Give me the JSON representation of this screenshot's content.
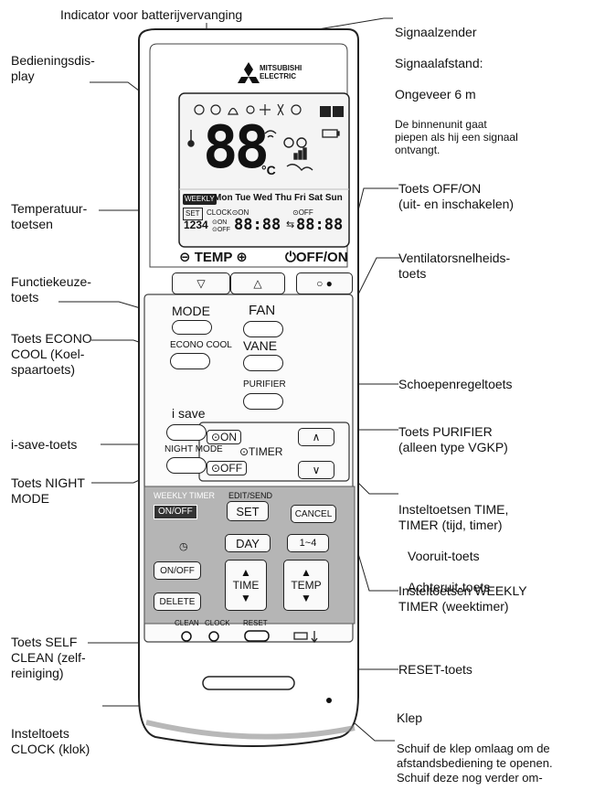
{
  "labels": {
    "battery": "Indicator voor batterijvervanging",
    "transmitter_title": "Signaalzender",
    "transmitter_distance": "Signaalafstand:",
    "transmitter_value": "Ongeveer 6 m",
    "transmitter_note": "De binnenunit gaat\npiepen als hij een signaal\nontvangt.",
    "display": "Bedieningsdis-\nplay",
    "temperature": "Temperatuur-\ntoetsen",
    "offon": "Toets OFF/ON\n(uit- en inschakelen)",
    "fanspeed": "Ventilatorsnelheids-\ntoets",
    "function": "Functiekeuze-\ntoets",
    "econo": "Toets ECONO\nCOOL (Koel-\nspaartoets)",
    "vane": "Schoepenregeltoets",
    "isave": "i-save-toets",
    "purifier": "Toets PURIFIER\n(alleen type VGKP)",
    "night": "Toets NIGHT\nMODE",
    "timekeys": "Insteltoetsen TIME,\nTIMER (tijd, timer)",
    "forward": "Vooruit-toets",
    "backward": "Achteruit-toets",
    "weekly": "Insteltoetsen WEEKLY\nTIMER (weektimer)",
    "selfclean": "Toets SELF\nCLEAN (zelf-\nreiniging)",
    "reset": "RESET-toets",
    "clock": "Insteltoets\nCLOCK (klok)",
    "cover_title": "Klep",
    "cover_text": "Schuif de klep omlaag om de\nafstandsbediening te openen.\nSchuif deze nog verder om-"
  },
  "remote": {
    "brand_line1": "MITSUBISHI",
    "brand_line2": "ELECTRIC",
    "display_temp": "88",
    "display_unit": "°C",
    "weekly_badge": "WEEKLY",
    "days": "Mon Tue Wed Thu Fri Sat Sun",
    "set_badge": "SET",
    "clock_on": "CLOCK⊙ON",
    "off_small": "⊙OFF",
    "program_digits": "1234",
    "on_small": "⊙ON",
    "off_small2": "⊙OFF",
    "time_left": "88:88",
    "arrow": "⇆",
    "time_right": "88:88",
    "temp_label": "⊖ TEMP ⊕",
    "offon_label": "⏻OFF/ON",
    "mode": "MODE",
    "fan": "FAN",
    "econo": "ECONO COOL",
    "vane": "VANE",
    "purifier": "PURIFIER",
    "isave": "i save",
    "nightmode": "NIGHT MODE",
    "on_btn": "⊙ON",
    "timer": "⊙TIMER",
    "off_btn": "⊙OFF",
    "weekly_timer": "WEEKLY TIMER",
    "onoff": "ON/OFF",
    "edit_send": "EDIT/SEND",
    "set": "SET",
    "cancel": "CANCEL",
    "day": "DAY",
    "one_four": "1~4",
    "onoff2": "ON/OFF",
    "time": "TIME",
    "temp": "TEMP",
    "delete": "DELETE",
    "clean": "CLEAN",
    "clock": "CLOCK",
    "reset": "RESET"
  }
}
